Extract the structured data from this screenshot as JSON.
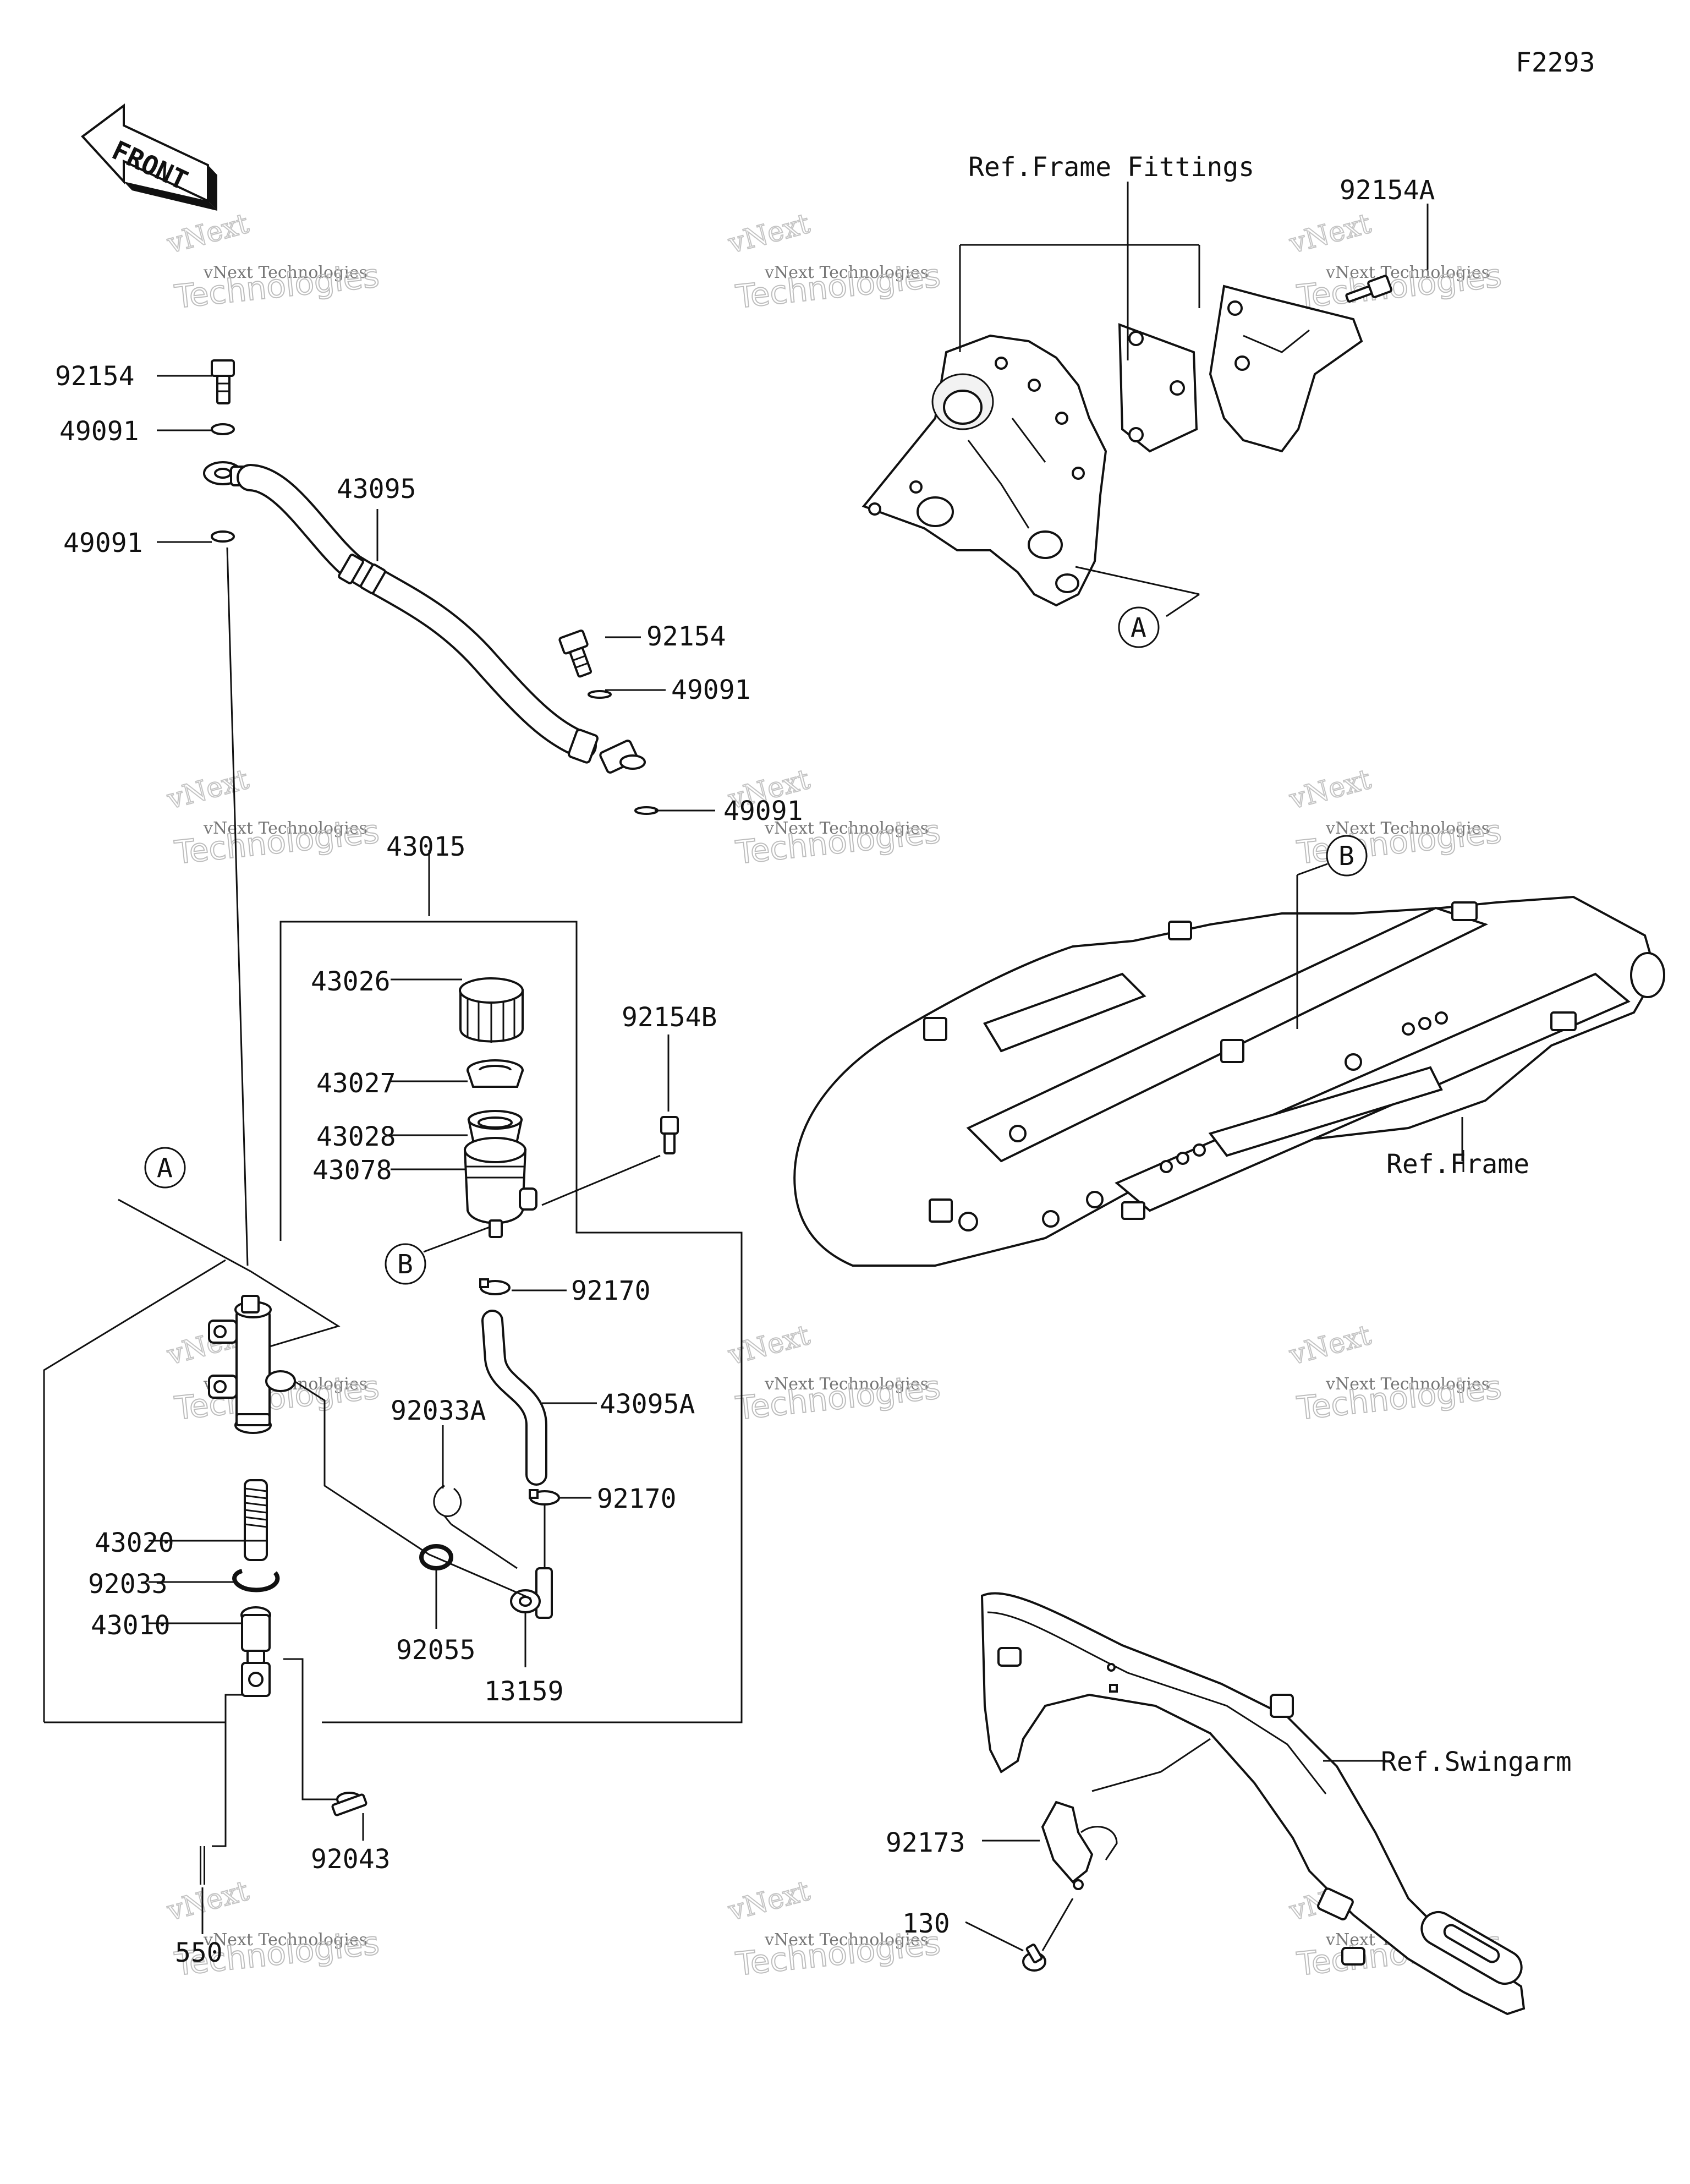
{
  "diagram_code": "F2293",
  "front_arrow_label": "FRONT",
  "watermark": {
    "line1": "vNext",
    "line2": "vNext Technologies",
    "line3": "Technologies"
  },
  "references": {
    "frame_fittings": "Ref.Frame Fittings",
    "frame": "Ref.Frame",
    "swingarm": "Ref.Swingarm"
  },
  "callouts": {
    "a": "A",
    "b": "B"
  },
  "parts": {
    "p92154_top": "92154",
    "p49091_upper": "49091",
    "p49091_lower": "49091",
    "p43095": "43095",
    "p92154_mid": "92154",
    "p49091_mid": "49091",
    "p49091_end": "49091",
    "p92154A": "92154A",
    "p43015": "43015",
    "p43026": "43026",
    "p43027": "43027",
    "p43028": "43028",
    "p43078": "43078",
    "p92154B": "92154B",
    "p92170_upper": "92170",
    "p43095A": "43095A",
    "p92033A": "92033A",
    "p92170_lower": "92170",
    "p92055": "92055",
    "p13159": "13159",
    "p43020": "43020",
    "p92033": "92033",
    "p43010": "43010",
    "p92043": "92043",
    "p550": "550",
    "p92173": "92173",
    "p130": "130"
  }
}
